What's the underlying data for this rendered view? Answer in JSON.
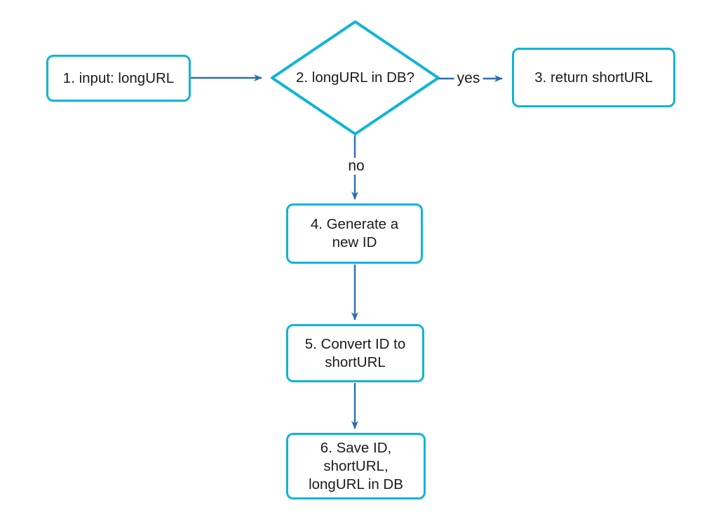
{
  "diagram_type": "flowchart",
  "colors": {
    "node_border": "#0fb4d8",
    "node_fill": "#ffffff",
    "arrow": "#2a6fae",
    "text": "#1b1b1b",
    "background": "#ffffff"
  },
  "nodes": [
    {
      "id": "n1",
      "shape": "rect",
      "label": "1. input: longURL"
    },
    {
      "id": "n2",
      "shape": "diamond",
      "label": "2. longURL in DB?"
    },
    {
      "id": "n3",
      "shape": "rect",
      "label": "3. return shortURL"
    },
    {
      "id": "n4",
      "shape": "rect",
      "label": "4. Generate a\nnew ID"
    },
    {
      "id": "n5",
      "shape": "rect",
      "label": "5. Convert ID to\nshortURL"
    },
    {
      "id": "n6",
      "shape": "rect",
      "label": "6. Save ID,\nshortURL,\nlongURL in DB"
    }
  ],
  "edges": [
    {
      "from": "n1",
      "to": "n2",
      "label": ""
    },
    {
      "from": "n2",
      "to": "n3",
      "label": "yes"
    },
    {
      "from": "n2",
      "to": "n4",
      "label": "no"
    },
    {
      "from": "n4",
      "to": "n5",
      "label": ""
    },
    {
      "from": "n5",
      "to": "n6",
      "label": ""
    }
  ]
}
